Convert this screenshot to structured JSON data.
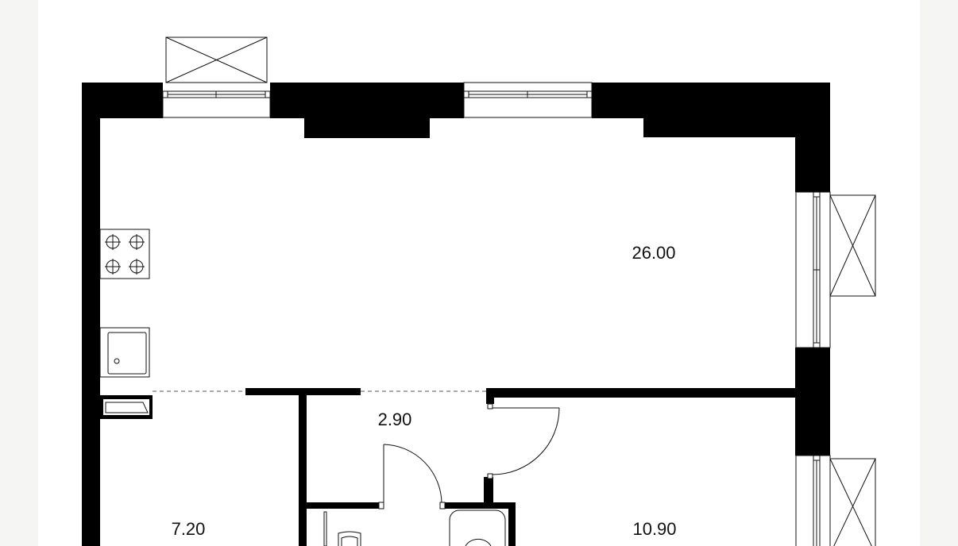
{
  "floor_plan": {
    "rooms": [
      {
        "id": "living-kitchen",
        "area": "26.00"
      },
      {
        "id": "hallway",
        "area": "2.90"
      },
      {
        "id": "bedroom-left",
        "area": "7.20"
      },
      {
        "id": "bedroom-right",
        "area": "10.90"
      }
    ],
    "fixtures": [
      "stove-icon",
      "sink-icon",
      "washer-icon",
      "toilet-icon",
      "washbasin-icon",
      "balcony-icon",
      "window-icon",
      "door-icon"
    ],
    "colors": {
      "wall": "#000000",
      "background": "#ffffff",
      "page": "#f5f5f3",
      "line": "#111111"
    }
  }
}
